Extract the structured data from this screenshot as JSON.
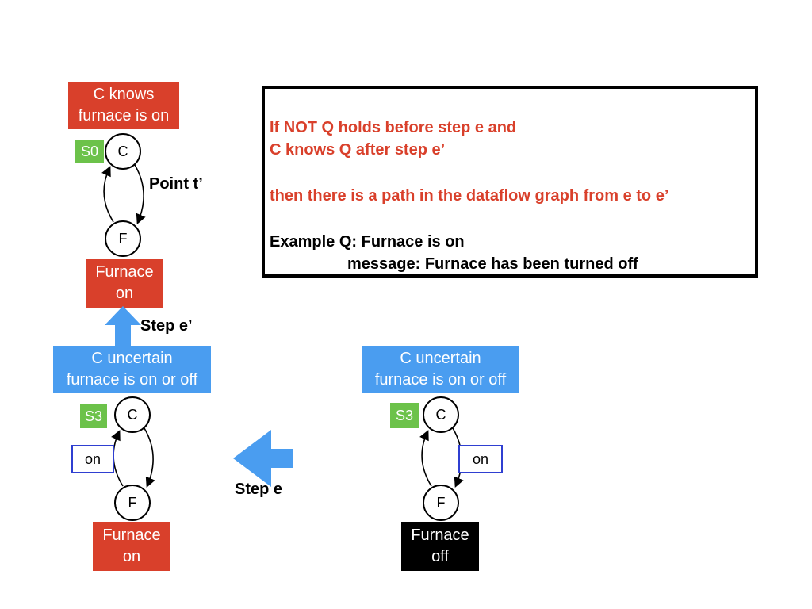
{
  "diagram": {
    "top_state": {
      "knowledge_label": [
        "C knows",
        "furnace is on"
      ],
      "state_badge": "S0",
      "node_c": "C",
      "node_f": "F",
      "edge_label": "Point t’",
      "furnace_label": [
        "Furnace",
        "on"
      ]
    },
    "step_e_prime_label": "Step e’",
    "left_state": {
      "knowledge_label": [
        "C uncertain",
        "furnace is on or off"
      ],
      "state_badge": "S3",
      "node_c": "C",
      "node_f": "F",
      "message": "on",
      "furnace_label": [
        "Furnace",
        "on"
      ]
    },
    "step_e_label": "Step e",
    "right_state": {
      "knowledge_label": [
        "C uncertain",
        "furnace is on or off"
      ],
      "state_badge": "S3",
      "node_c": "C",
      "node_f": "F",
      "message": "on",
      "furnace_label": [
        "Furnace",
        "off"
      ]
    },
    "rule": {
      "line1": "If NOT Q holds before step e and",
      "line2": "C knows Q after step e’",
      "line3": "then there is a path in the dataflow graph from e to e’",
      "line4": "Example Q: Furnace is on",
      "line5": "message: Furnace has been turned off"
    },
    "colors": {
      "red": "#d9402b",
      "blue": "#4a9df0",
      "green": "#6cc24a",
      "message_border": "#2f3fd1"
    }
  }
}
